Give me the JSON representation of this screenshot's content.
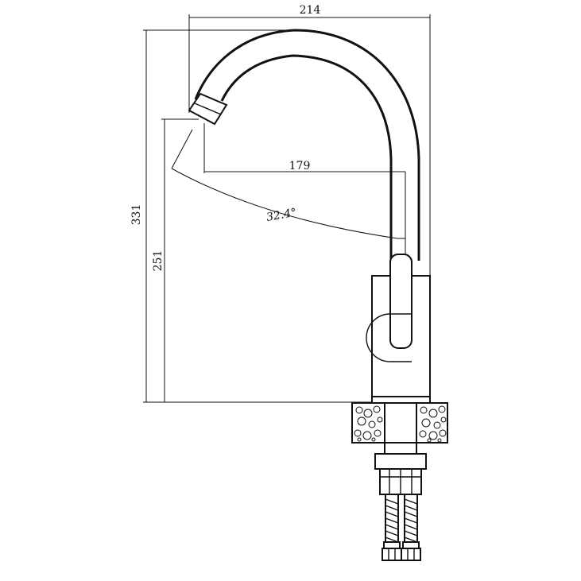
{
  "dimensions": {
    "overall_width": "214",
    "spout_reach": "179",
    "swivel_angle": "32.4°",
    "overall_height": "331",
    "spout_height": "251"
  },
  "colors": {
    "line": "#111111",
    "background": "#ffffff"
  }
}
